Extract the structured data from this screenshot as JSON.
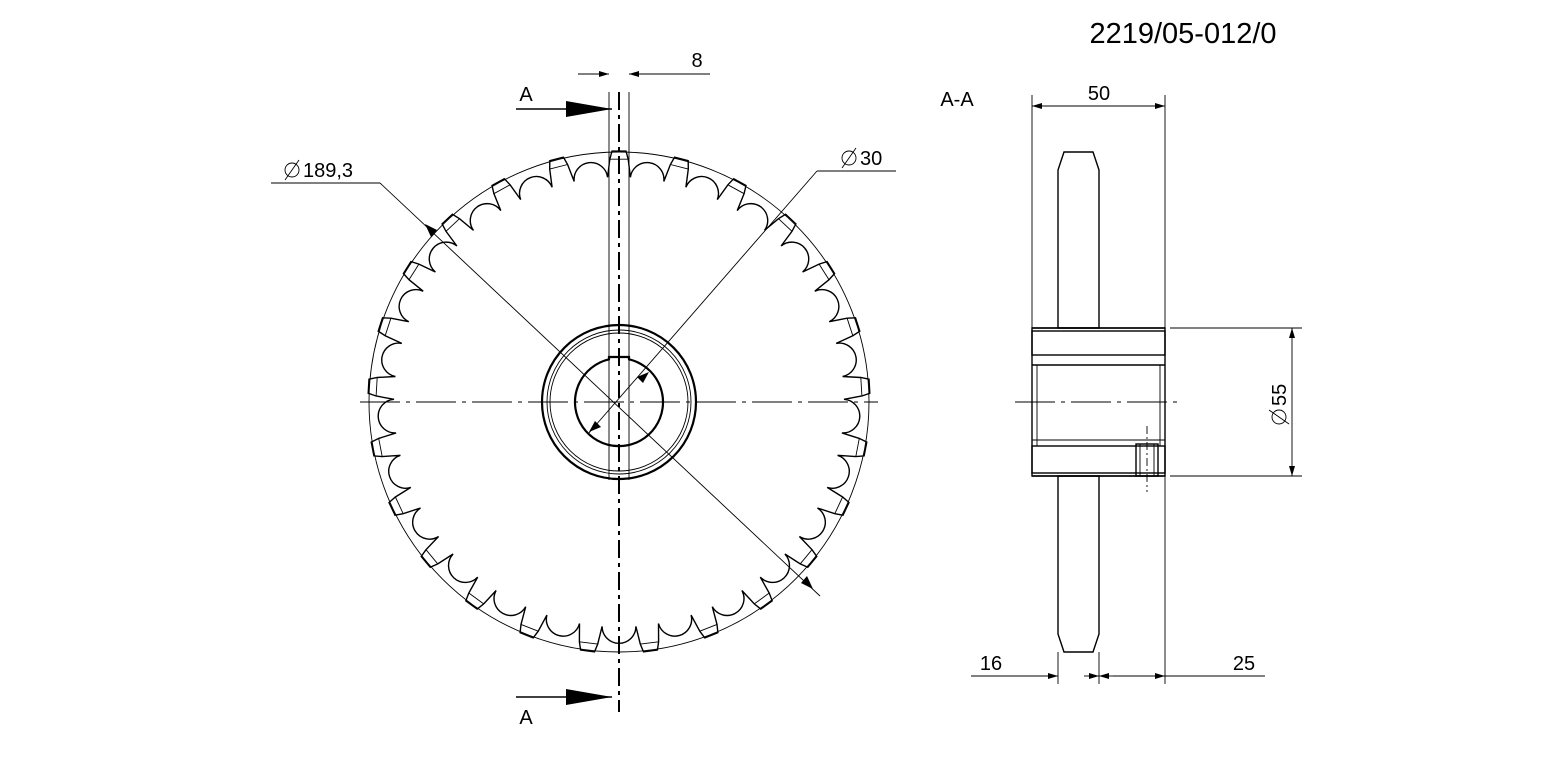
{
  "drawing_number": "2219/05-012/0",
  "section_label": "A-A",
  "cutting_plane_labels": {
    "top": "A",
    "bottom": "A"
  },
  "dimensions": {
    "tip_diameter": "189,3",
    "bore_diameter": "30",
    "keyway_width": "8",
    "hub_length": "50",
    "hub_diameter": "55",
    "plate_thickness": "16",
    "hub_offset": "25"
  },
  "sprocket": {
    "teeth": 25
  }
}
